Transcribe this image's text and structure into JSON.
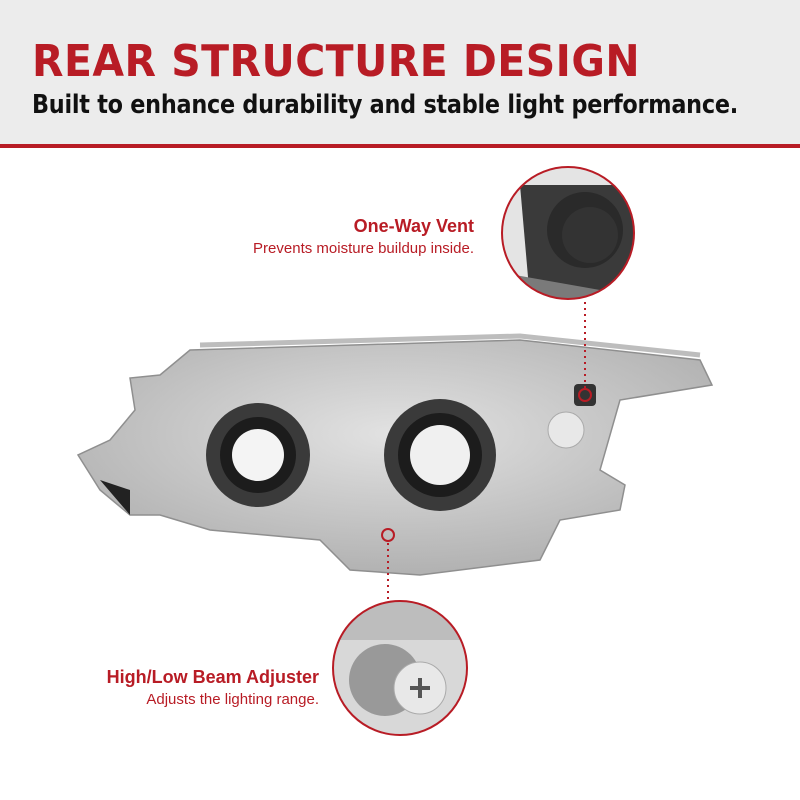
{
  "header": {
    "title": "REAR STRUCTURE DESIGN",
    "subtitle": "Built to enhance durability and stable light performance."
  },
  "callouts": [
    {
      "title": "One-Way Vent",
      "description": "Prevents moisture buildup inside."
    },
    {
      "title": "High/Low Beam Adjuster",
      "description": "Adjusts the lighting range."
    }
  ],
  "colors": {
    "accent": "#b81c25",
    "header_bg": "#ececec",
    "housing": "#c9c9c9"
  }
}
